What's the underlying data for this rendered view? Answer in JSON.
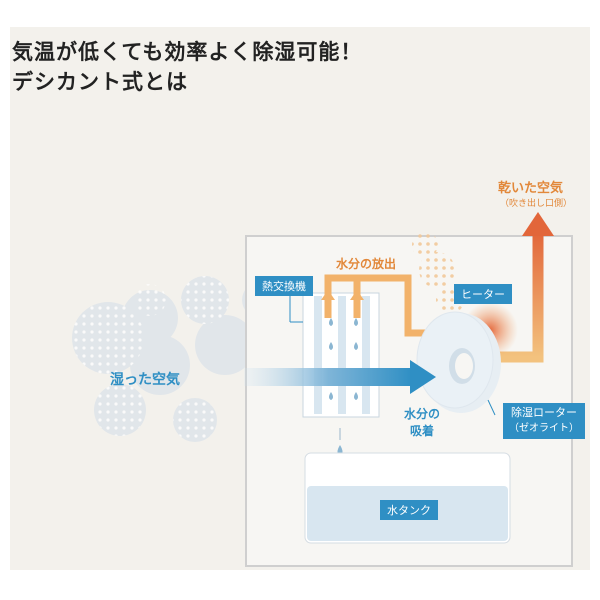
{
  "headline": {
    "line1": "気温が低くても効率よく除湿可能！",
    "line2": "デシカント式とは"
  },
  "diagram": {
    "dry_air": "乾いた空気",
    "dry_air_sub": "（吹き出し口側）",
    "moisture_release": "水分の放出",
    "heat_exchanger": "熱交換機",
    "heater": "ヒーター",
    "humid_air": "湿った空気",
    "moisture_absorb_1": "水分の",
    "moisture_absorb_2": "吸着",
    "rotor_1": "除湿ローター",
    "rotor_2": "（ゼオライト）",
    "water_tank": "水タンク"
  },
  "colors": {
    "orange": "#e2883a",
    "blue": "#2f8fc4",
    "pale_blue": "#d8e6f0",
    "background": "#f3f1ec"
  }
}
